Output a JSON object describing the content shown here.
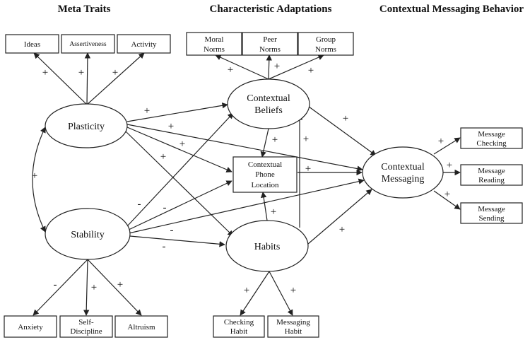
{
  "headers": {
    "meta_traits": "Meta Traits",
    "characteristic_adaptations": "Characteristic Adaptations",
    "contextual_messaging_behavior": "Contextual Messaging Behavior"
  },
  "nodes": {
    "ideas": "Ideas",
    "assertiveness": "Assertiveness",
    "activity": "Activity",
    "plasticity": "Plasticity",
    "stability": "Stability",
    "anxiety": "Anxiety",
    "self_discipline": [
      "Self-",
      "Discipline"
    ],
    "altruism": "Altruism",
    "moral_norms": [
      "Moral",
      "Norms"
    ],
    "peer_norms": [
      "Peer",
      "Norms"
    ],
    "group_norms": [
      "Group",
      "Norms"
    ],
    "contextual_beliefs": [
      "Contextual",
      "Beliefs"
    ],
    "contextual_phone_location": [
      "Contextual",
      "Phone",
      "Location"
    ],
    "habits": "Habits",
    "checking_habit": [
      "Checking",
      "Habit"
    ],
    "messaging_habit": [
      "Messaging",
      "Habit"
    ],
    "contextual_messaging": [
      "Contextual",
      "Messaging"
    ],
    "message_checking": [
      "Message",
      "Checking"
    ],
    "message_reading": [
      "Message",
      "Reading"
    ],
    "message_sending": [
      "Message",
      "Sending"
    ]
  },
  "signs": {
    "plasticity_ideas": "+",
    "plasticity_assertiveness": "+",
    "plasticity_activity": "+",
    "plasticity_stability": "+",
    "stability_anxiety": "-",
    "stability_self_discipline": "+",
    "stability_altruism": "+",
    "beliefs_moral": "+",
    "beliefs_peer": "+",
    "beliefs_group": "+",
    "habits_checking": "+",
    "habits_messaging": "+",
    "messaging_checking": "+",
    "messaging_reading": "+",
    "messaging_sending": "+",
    "plasticity_beliefs": "+",
    "plasticity_messaging": "+",
    "plasticity_location": "+",
    "plasticity_habits": "+",
    "stability_beliefs": "-",
    "stability_location": "-",
    "stability_messaging": "-",
    "stability_habits": "-",
    "beliefs_location": "+",
    "habits_beliefs": "+",
    "beliefs_messaging": "+",
    "location_messaging": "+",
    "habits_location": "+",
    "habits_messaging_path": "+"
  }
}
